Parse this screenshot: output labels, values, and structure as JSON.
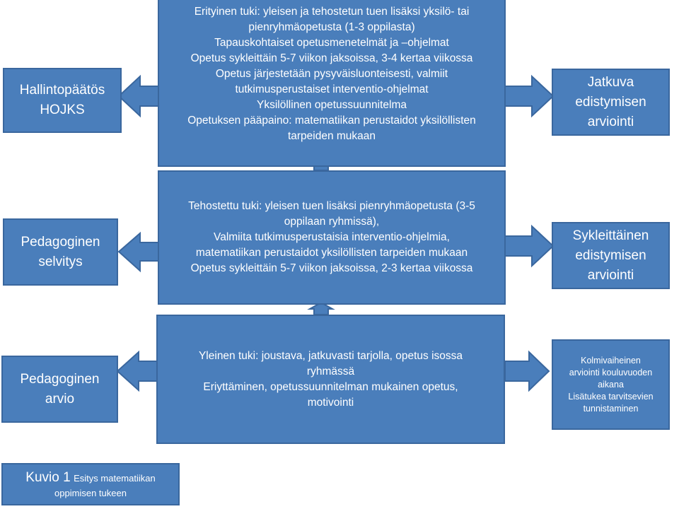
{
  "colors": {
    "box_fill": "#4a7ebb",
    "box_border": "#3a679e",
    "text": "#ffffff"
  },
  "center": {
    "special_support": [
      "Erityinen tuki: yleisen ja tehostetun tuen lisäksi yksilö- tai",
      "pienryhmäopetusta (1-3 oppilasta)",
      "Tapauskohtaiset opetusmenetelmät ja –ohjelmat",
      "Opetus sykleittäin 5-7 viikon jaksoissa, 3-4 kertaa viikossa",
      "Opetus järjestetään pysyväisluonteisesti, valmiit",
      "tutkimusperustaiset interventio-ohjelmat",
      "Yksilöllinen opetussuunnitelma",
      "Opetuksen pääpaino: matematiikan perustaidot yksilöllisten",
      "tarpeiden mukaan"
    ],
    "intensified_support": [
      "Tehostettu tuki: yleisen tuen lisäksi pienryhmäopetusta (3-5",
      "oppilaan ryhmissä),",
      "Valmiita tutkimusperustaisia interventio-ohjelmia,",
      "matematiikan perustaidot yksilöllisten tarpeiden mukaan",
      "Opetus sykleittäin 5-7 viikon jaksoissa, 2-3 kertaa viikossa"
    ],
    "general_support": [
      "Yleinen tuki: joustava, jatkuvasti tarjolla, opetus isossa",
      "ryhmässä",
      "Eriyttäminen, opetussuunnitelman mukainen opetus,",
      "motivointi"
    ]
  },
  "left": {
    "top": [
      "Hallintopäätös",
      "HOJKS"
    ],
    "middle": [
      "Pedagoginen",
      "selvitys"
    ],
    "bottom": [
      "Pedagoginen",
      "arvio"
    ]
  },
  "right": {
    "top": [
      "Jatkuva",
      "edistymisen",
      "arviointi"
    ],
    "middle": [
      "Sykleittäinen",
      "edistymisen",
      "arviointi"
    ],
    "bottom": [
      "Kolmivaiheinen",
      "arviointi kouluvuoden",
      "aikana",
      "Lisätukea tarvitsevien",
      "tunnistaminen"
    ]
  },
  "caption": {
    "label": "Kuvio 1",
    "title_part1": "Esitys matematiikan",
    "title_part2": "oppimisen tukeen"
  }
}
